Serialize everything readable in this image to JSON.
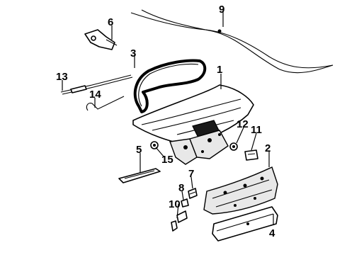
{
  "callouts": {
    "c1": "1",
    "c2": "2",
    "c3": "3",
    "c4": "4",
    "c5": "5",
    "c6": "6",
    "c7": "7",
    "c8": "8",
    "c9": "9",
    "c10": "10",
    "c11": "11",
    "c12": "12",
    "c13": "13",
    "c14": "14",
    "c15": "15"
  },
  "colors": {
    "line": "#000000",
    "background": "#ffffff",
    "shade": "#1a1a1a"
  }
}
